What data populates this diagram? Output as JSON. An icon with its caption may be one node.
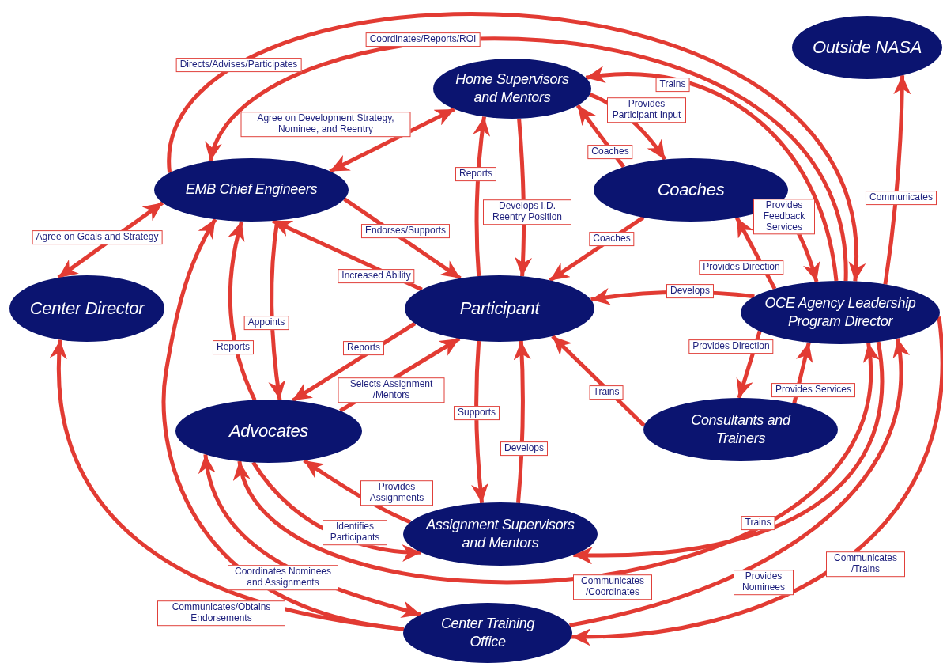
{
  "diagram": {
    "nodes": [
      {
        "text": [
          "Outside NASA"
        ]
      },
      {
        "text": [
          "Home Supervisors and Mentors"
        ]
      },
      {
        "text": [
          "EMB Chief Engineers"
        ]
      },
      {
        "text": [
          "Coaches"
        ]
      },
      {
        "text": [
          "Center Director"
        ]
      },
      {
        "text": [
          "Participant"
        ]
      },
      {
        "text": [
          "OCE Agency Leadership Program Director"
        ]
      },
      {
        "text": [
          "Advocates"
        ]
      },
      {
        "text": [
          "Consultants and Trainers"
        ]
      },
      {
        "text": [
          "Assignment Supervisors and Mentors"
        ]
      },
      {
        "text": [
          "Center Training Office"
        ]
      }
    ],
    "edges": [
      {
        "from": 2,
        "to": 6,
        "arrow": "to",
        "label": "Directs/Advises/Participates"
      },
      {
        "from": 6,
        "to": 2,
        "arrow": "to",
        "label": "Coordinates/Reports/ROI"
      },
      {
        "from": 6,
        "to": 1,
        "arrow": "to",
        "label": "Trains"
      },
      {
        "from": 2,
        "to": 1,
        "arrow": "both",
        "label": "Agree on Development Strategy, Nominee, and Reentry"
      },
      {
        "from": 4,
        "to": 2,
        "arrow": "both",
        "label": "Agree on Goals and Strategy"
      },
      {
        "from": 2,
        "to": 5,
        "arrow": "to",
        "label": "Endorses/Supports"
      },
      {
        "from": 5,
        "to": 2,
        "arrow": "to",
        "label": "Increased Ability"
      },
      {
        "from": 5,
        "to": 1,
        "arrow": "to",
        "label": "Reports"
      },
      {
        "from": 1,
        "to": 5,
        "arrow": "to",
        "label": "Develops I.D. Reentry Position"
      },
      {
        "from": 3,
        "to": 1,
        "arrow": "to",
        "label": "Coaches"
      },
      {
        "from": 1,
        "to": 3,
        "arrow": "to",
        "label": "Provides Participant Input"
      },
      {
        "from": 3,
        "to": 5,
        "arrow": "to",
        "label": "Coaches"
      },
      {
        "from": 3,
        "to": 6,
        "arrow": "to",
        "label": "Provides Feedback Services"
      },
      {
        "from": 6,
        "to": 3,
        "arrow": "to",
        "label": "Provides Direction"
      },
      {
        "from": 6,
        "to": 5,
        "arrow": "to",
        "label": "Develops"
      },
      {
        "from": 6,
        "to": 0,
        "arrow": "to",
        "label": "Communicates"
      },
      {
        "from": 6,
        "to": 8,
        "arrow": "to",
        "label": "Provides Direction"
      },
      {
        "from": 8,
        "to": 6,
        "arrow": "to",
        "label": "Provides Services"
      },
      {
        "from": 8,
        "to": 5,
        "arrow": "to",
        "label": "Trains"
      },
      {
        "from": 2,
        "to": 7,
        "arrow": "to",
        "label": "Appoints"
      },
      {
        "from": 7,
        "to": 2,
        "arrow": "to",
        "label": "Reports"
      },
      {
        "from": 5,
        "to": 7,
        "arrow": "to",
        "label": "Reports"
      },
      {
        "from": 7,
        "to": 5,
        "arrow": "to",
        "label": "Selects Assignment /Mentors"
      },
      {
        "from": 5,
        "to": 9,
        "arrow": "to",
        "label": "Supports"
      },
      {
        "from": 9,
        "to": 5,
        "arrow": "to",
        "label": "Develops"
      },
      {
        "from": 9,
        "to": 7,
        "arrow": "to",
        "label": "Provides Assignments"
      },
      {
        "from": 7,
        "to": 9,
        "arrow": "to",
        "label": "Identifies Participants"
      },
      {
        "from": 7,
        "to": 10,
        "arrow": "both",
        "label": "Coordinates Nominees and Assignments"
      },
      {
        "from": 7,
        "to": 6,
        "arrow": "both",
        "label": "Communicates /Coordinates"
      },
      {
        "from": 6,
        "to": 9,
        "arrow": "to",
        "label": "Trains"
      },
      {
        "from": 10,
        "to": 6,
        "arrow": "to",
        "label": "Provides Nominees"
      },
      {
        "from": 6,
        "to": 10,
        "arrow": "to",
        "label": "Communicates /Trains"
      },
      {
        "from": 10,
        "to": 4,
        "arrow": "to",
        "label": "Communicates/Obtains Endorsements"
      },
      {
        "from": 10,
        "to": 2,
        "arrow": "to"
      }
    ]
  }
}
